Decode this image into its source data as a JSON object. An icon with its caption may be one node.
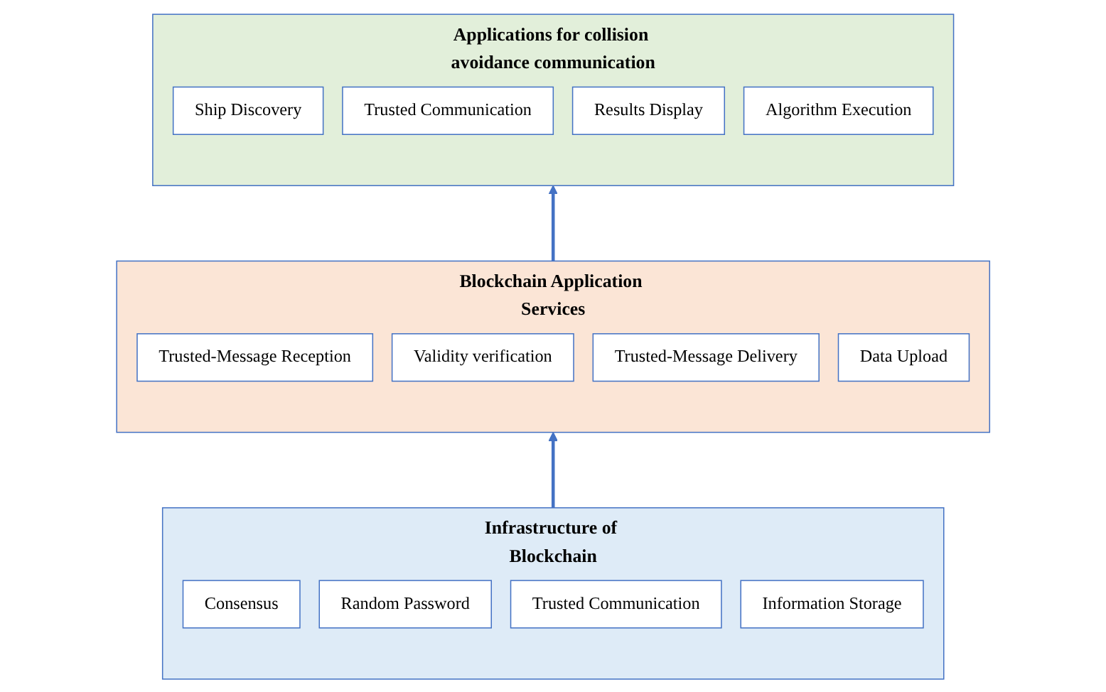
{
  "diagram": {
    "nodes": [
      {
        "text": [
          "Applications for collision avoidance communication"
        ]
      },
      {
        "text": [
          "Ship Discovery"
        ],
        "in": 0
      },
      {
        "text": [
          "Trusted Communication"
        ],
        "in": 0
      },
      {
        "text": [
          "Results Display"
        ],
        "in": 0
      },
      {
        "text": [
          "Algorithm Execution"
        ],
        "in": 0
      },
      {
        "text": [
          "Blockchain Application Services"
        ]
      },
      {
        "text": [
          "Trusted-Message Reception"
        ],
        "in": 5
      },
      {
        "text": [
          "Validity verification"
        ],
        "in": 5
      },
      {
        "text": [
          "Trusted-Message Delivery"
        ],
        "in": 5
      },
      {
        "text": [
          "Data Upload"
        ],
        "in": 5
      },
      {
        "text": [
          "Infrastructure of Blockchain"
        ]
      },
      {
        "text": [
          "Consensus"
        ],
        "in": 10
      },
      {
        "text": [
          "Random Password"
        ],
        "in": 10
      },
      {
        "text": [
          "Trusted Communication"
        ],
        "in": 10
      },
      {
        "text": [
          "Information Storage"
        ],
        "in": 10
      }
    ],
    "edges": [
      {
        "from": 10,
        "to": 5,
        "arrow": "to"
      },
      {
        "from": 5,
        "to": 0,
        "arrow": "to"
      }
    ]
  }
}
